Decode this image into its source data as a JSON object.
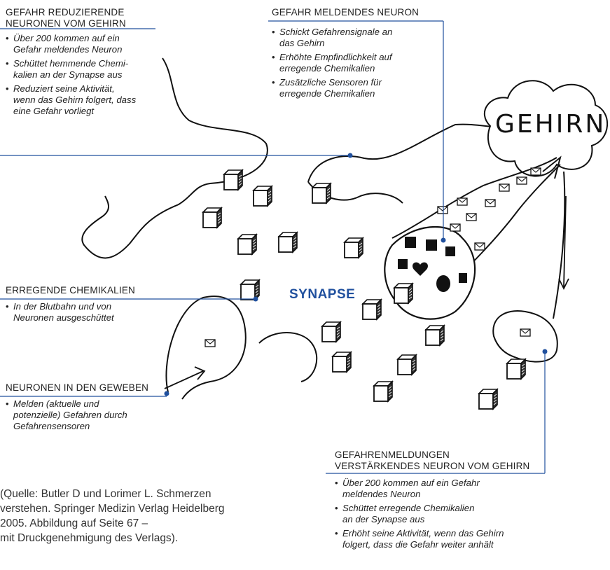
{
  "labels": {
    "synapse": "SYNAPSE",
    "brain": "GEHIRN"
  },
  "blocks": {
    "danger_reducing": {
      "heading": [
        "GEFAHR REDUZIERENDE",
        "NEURONEN VOM GEHIRN"
      ],
      "bullets": [
        [
          "Über 200 kommen auf ein",
          "Gefahr meldendes Neuron"
        ],
        [
          "Schüttet hemmende Chemi-",
          "kalien an der Synapse aus"
        ],
        [
          "Reduziert seine Aktivität,",
          "wenn das Gehirn folgert, dass",
          "eine Gefahr vorliegt"
        ]
      ]
    },
    "danger_reporting": {
      "heading": [
        "GEFAHR MELDENDES NEURON"
      ],
      "bullets": [
        [
          "Schickt Gefahrensignale an",
          "das Gehirn"
        ],
        [
          "Erhöhte Empfindlichkeit auf",
          "erregende Chemikalien"
        ],
        [
          "Zusätzliche Sensoren für",
          "erregende Chemikalien"
        ]
      ]
    },
    "excitatory": {
      "heading": [
        "ERREGENDE CHEMIKALIEN"
      ],
      "bullets": [
        [
          "In der Blutbahn und von",
          "Neuronen ausgeschüttet"
        ]
      ]
    },
    "tissue_neurons": {
      "heading": [
        "NEURONEN IN DEN GEWEBEN"
      ],
      "bullets": [
        [
          "Melden (aktuelle und",
          "potenzielle) Gefahren durch",
          "Gefahrensensoren"
        ]
      ]
    },
    "amplifying": {
      "heading": [
        "GEFAHRENMELDUNGEN",
        "VERSTÄRKENDES NEURON VOM GEHIRN"
      ],
      "bullets": [
        [
          "Über 200 kommen auf ein Gefahr",
          "meldendes Neuron"
        ],
        [
          "Schüttet erregende Chemikalien",
          "an der Synapse aus"
        ],
        [
          "Erhöht seine Aktivität, wenn das Gehirn",
          "folgert, dass die Gefahr weiter anhält"
        ]
      ]
    }
  },
  "source": [
    "(Quelle: Butler D und Lorimer L. Schmerzen",
    "verstehen. Springer Medizin Verlag Heidelberg",
    "2005. Abbildung auf Seite 67 –",
    "mit Druckgenehmigung des Verlags)."
  ],
  "colors": {
    "accent": "#20509e",
    "ink": "#111111",
    "text": "#222222"
  },
  "icons": [
    "chemical-cube",
    "envelope-signal",
    "heart-receptor",
    "arrow-to-brain"
  ]
}
